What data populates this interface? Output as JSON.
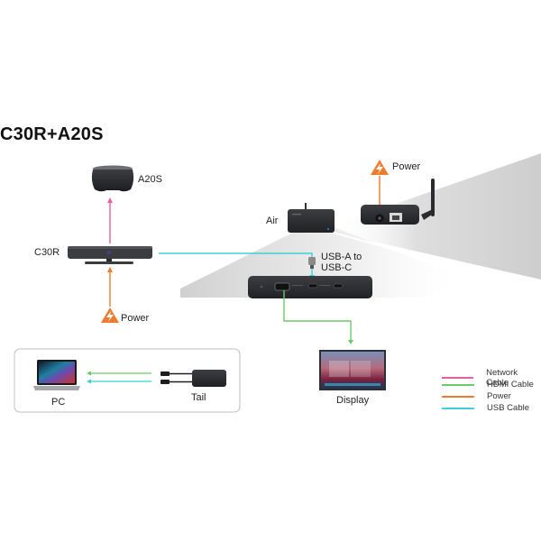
{
  "title": "C30R+A20S",
  "devices": {
    "a20s": "A20S",
    "c30r": "C30R",
    "air": "Air",
    "pc": "PC",
    "tail": "Tail",
    "display": "Display"
  },
  "labels": {
    "power_c30r": "Power",
    "power_air": "Power",
    "usb_adapter": [
      "USB-A to",
      "USB-C"
    ]
  },
  "legend": [
    {
      "label": "Network Cable",
      "color": "#e8609a"
    },
    {
      "label": "HDMI Cable",
      "color": "#6cc96a"
    },
    {
      "label": "Power",
      "color": "#ef7b2f"
    },
    {
      "label": "USB Cable",
      "color": "#3fd0d6"
    }
  ],
  "colors": {
    "network": "#e8609a",
    "hdmi": "#6cc96a",
    "power": "#ef7b2f",
    "usb": "#3fd0d6",
    "device": "#2e3033"
  }
}
